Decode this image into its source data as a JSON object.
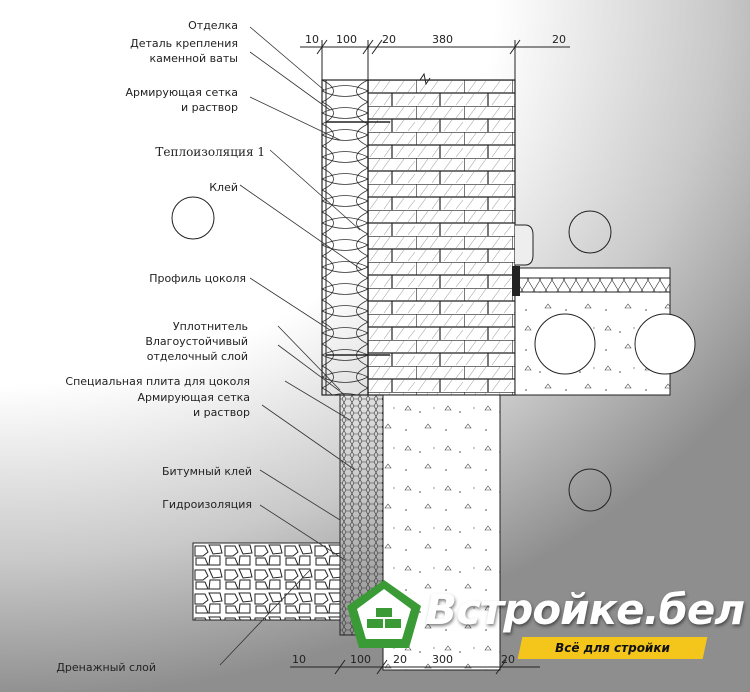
{
  "labels": [
    "Отделка",
    "Деталь крепления\nкаменной ваты",
    "Армирующая сетка\nи раствор",
    "Теплоизоляция 1",
    "Клей",
    "Профиль цоколя",
    "Уплотнитель",
    "Влагоустойчивый\nотделочный слой",
    "Специальная плита для цоколя",
    "Армирующая сетка\nи раствор",
    "Битумный клей",
    "Гидроизоляция",
    "Дренажный слой"
  ],
  "dims_top": [
    "10",
    "100",
    "20",
    "380",
    "20"
  ],
  "dims_bottom": [
    "10",
    "100",
    "20",
    "300",
    "20"
  ],
  "logo": {
    "name": "Встройке.бел",
    "tagline": "Всё для стройки",
    "colors": {
      "green": "#3a9a36",
      "yellow": "#f4c61b"
    }
  }
}
